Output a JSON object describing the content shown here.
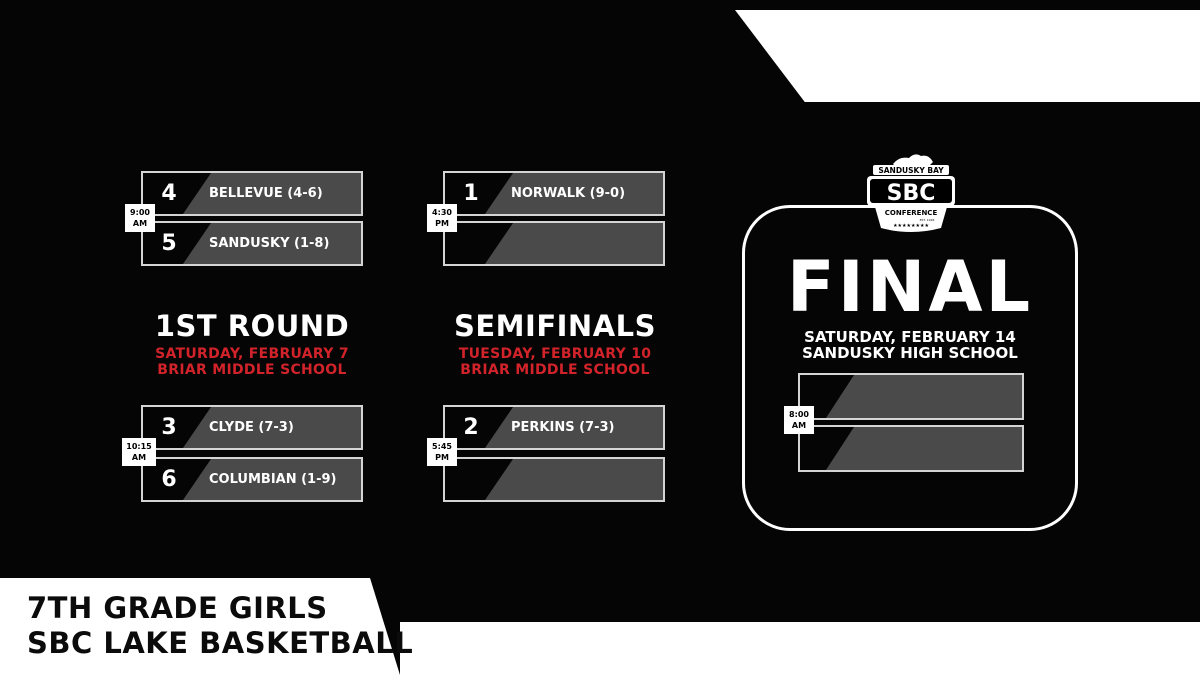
{
  "title": {
    "line1": "7TH GRADE GIRLS",
    "line2": "SBC LAKE BASKETBALL"
  },
  "round1": {
    "title": "1ST ROUND",
    "date": "SATURDAY, FEBRUARY 7",
    "venue": "BRIAR MIDDLE SCHOOL",
    "game1": {
      "time_line1": "9:00",
      "time_line2": "AM",
      "top": {
        "seed": "4",
        "team": "BELLEVUE (4-6)"
      },
      "bottom": {
        "seed": "5",
        "team": "SANDUSKY (1-8)"
      }
    },
    "game2": {
      "time_line1": "10:15",
      "time_line2": "AM",
      "top": {
        "seed": "3",
        "team": "CLYDE (7-3)"
      },
      "bottom": {
        "seed": "6",
        "team": "COLUMBIAN (1-9)"
      }
    }
  },
  "semifinals": {
    "title": "SEMIFINALS",
    "date": "TUESDAY, FEBRUARY 10",
    "venue": "BRIAR MIDDLE SCHOOL",
    "game1": {
      "time_line1": "4:30",
      "time_line2": "PM",
      "top": {
        "seed": "1",
        "team": "NORWALK (9-0)"
      },
      "bottom": {
        "seed": "",
        "team": ""
      }
    },
    "game2": {
      "time_line1": "5:45",
      "time_line2": "PM",
      "top": {
        "seed": "2",
        "team": "PERKINS (7-3)"
      },
      "bottom": {
        "seed": "",
        "team": ""
      }
    }
  },
  "final": {
    "title": "FINAL",
    "date": "SATURDAY, FEBRUARY 14",
    "venue": "SANDUSKY HIGH SCHOOL",
    "time_line1": "8:00",
    "time_line2": "AM"
  },
  "logo": {
    "top_text": "SANDUSKY BAY",
    "main_text": "SBC",
    "bottom_text": "CONFERENCE",
    "est_text": "EST. 1926"
  },
  "colors": {
    "background": "#050505",
    "accent_red": "#d2232a",
    "team_fill": "#4a4a4a"
  }
}
